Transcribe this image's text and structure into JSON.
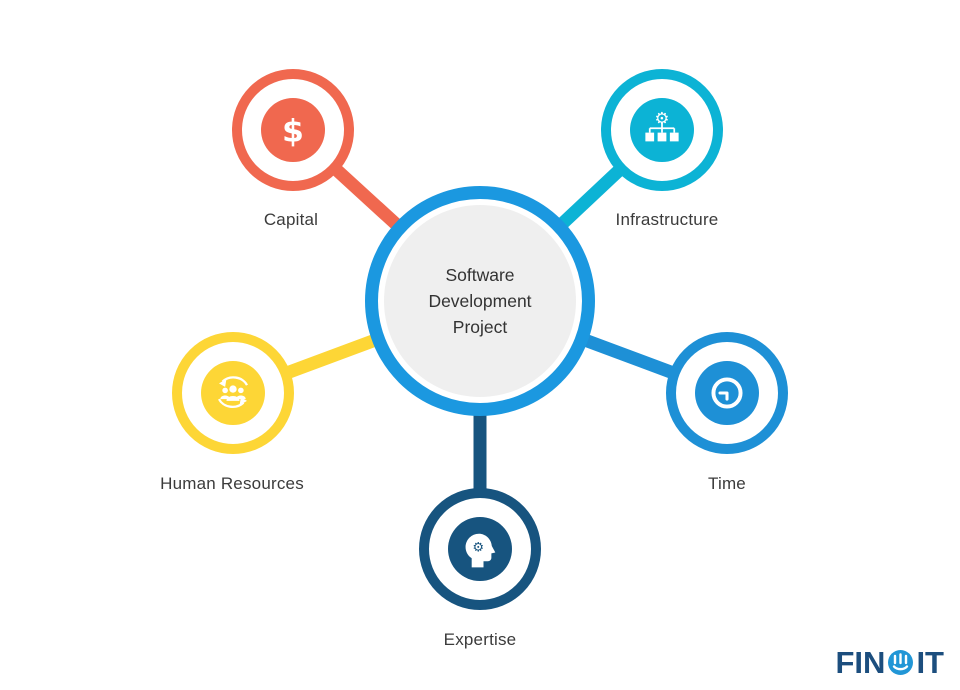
{
  "diagram": {
    "hub": {
      "label": "Software Development Project",
      "border_color": "#1b98e0",
      "fill_color": "#efefef"
    },
    "nodes": [
      {
        "id": "capital",
        "label": "Capital",
        "color": "#f0684f",
        "icon": "dollar-icon",
        "glyph": "$"
      },
      {
        "id": "infrastructure",
        "label": "Infrastructure",
        "color": "#0cb3d5",
        "icon": "deployment-gear-icon"
      },
      {
        "id": "human-resources",
        "label": "Human Resources",
        "color": "#fdd636",
        "icon": "team-sync-icon"
      },
      {
        "id": "time",
        "label": "Time",
        "color": "#1e90d6",
        "icon": "clock-icon"
      },
      {
        "id": "expertise",
        "label": "Expertise",
        "color": "#17547f",
        "icon": "mind-gear-icon"
      }
    ]
  },
  "icons": {
    "gear_glyph": "⚙"
  },
  "logo": {
    "brand": "FINOIT",
    "fin": "FIN",
    "it": "IT",
    "dark_color": "#1c4e7e",
    "accent_color": "#2196d6"
  }
}
